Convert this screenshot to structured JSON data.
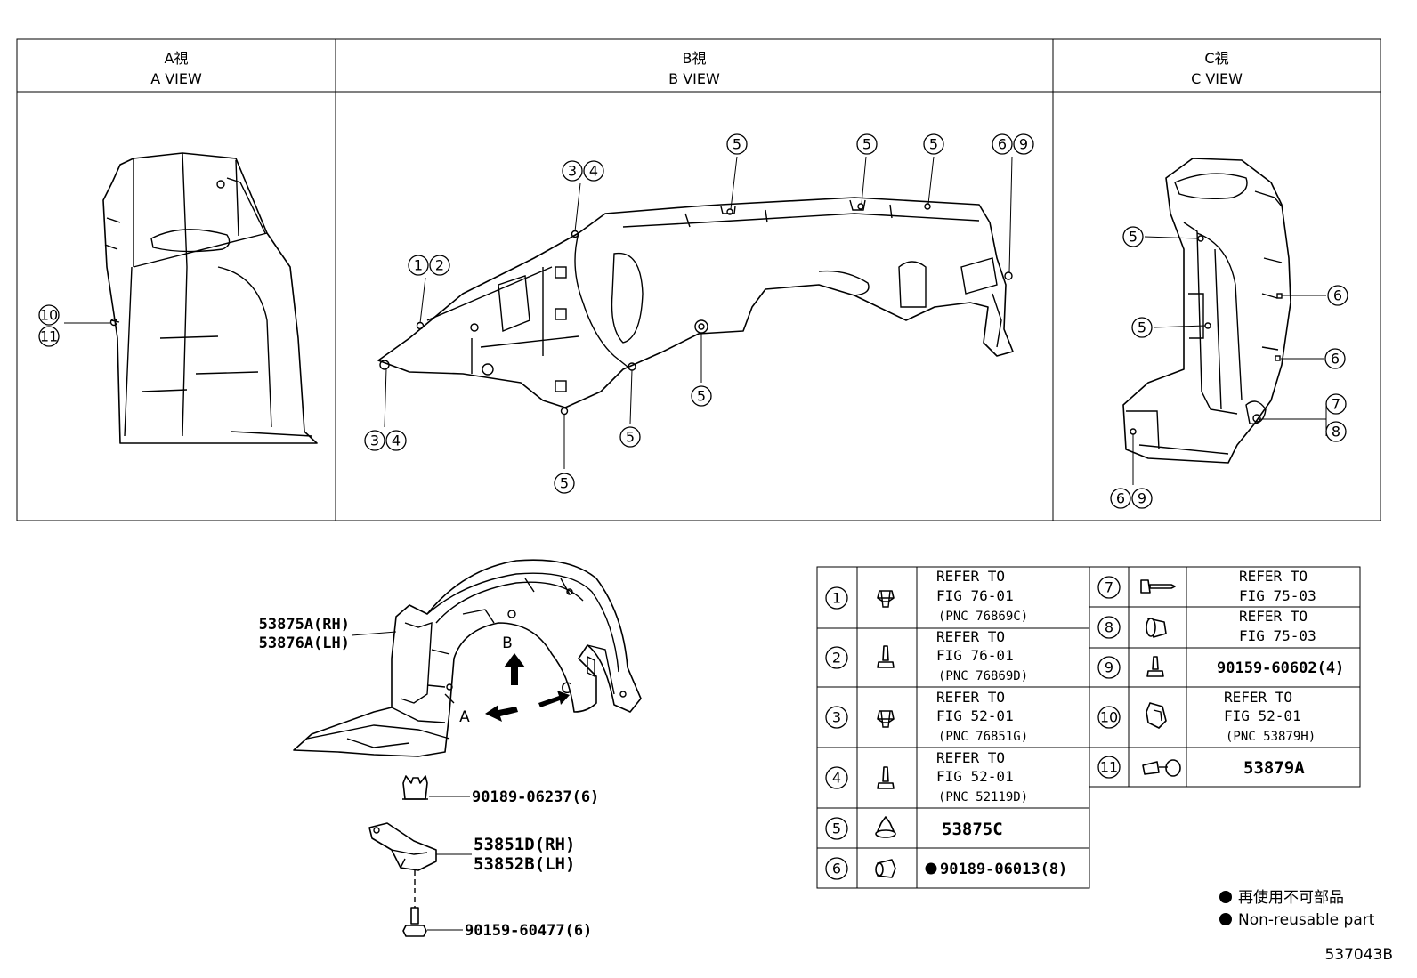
{
  "views": {
    "a": {
      "jp": "A視",
      "en": "A VIEW"
    },
    "b": {
      "jp": "B視",
      "en": "B VIEW"
    },
    "c": {
      "jp": "C視",
      "en": "C VIEW"
    }
  },
  "callouts": {
    "c1": "1",
    "c2": "2",
    "c3": "3",
    "c4": "4",
    "c5": "5",
    "c6": "6",
    "c7": "7",
    "c8": "8",
    "c9": "9",
    "c10": "10",
    "c11": "11"
  },
  "main_assembly": {
    "liner_rh": "53875A(RH)",
    "liner_lh": "53876A(LH)",
    "arrow_a": "A",
    "arrow_b": "B",
    "arrow_c": "C",
    "nut_part": "90189-06237(6)",
    "seal_rh": "53851D(RH)",
    "seal_lh": "53852B(LH)",
    "bolt_part": "90159-60477(6)"
  },
  "table_left": [
    {
      "num": "1",
      "icon": "clip-icon",
      "line1": "REFER TO",
      "line2": "FIG 76-01",
      "line3": "(PNC 76869C)"
    },
    {
      "num": "2",
      "icon": "screw-icon",
      "line1": "REFER TO",
      "line2": "FIG 76-01",
      "line3": "(PNC 76869D)"
    },
    {
      "num": "3",
      "icon": "clip-icon",
      "line1": "REFER TO",
      "line2": "FIG 52-01",
      "line3": "(PNC 76851G)"
    },
    {
      "num": "4",
      "icon": "screw-icon",
      "line1": "REFER TO",
      "line2": "FIG 52-01",
      "line3": "(PNC 52119D)"
    },
    {
      "num": "5",
      "icon": "push-clip-icon",
      "part": "53875C"
    },
    {
      "num": "6",
      "icon": "nut-icon",
      "part": "90189-06013(8)",
      "nonreusable": true
    }
  ],
  "table_right": [
    {
      "num": "7",
      "icon": "tapping-screw-icon",
      "line1": "REFER TO",
      "line2": "FIG 75-03"
    },
    {
      "num": "8",
      "icon": "grommet-icon",
      "line1": "REFER TO",
      "line2": "FIG 75-03"
    },
    {
      "num": "9",
      "icon": "bolt-icon",
      "part": "90159-60602(4)"
    },
    {
      "num": "10",
      "icon": "bracket-clip-icon",
      "line1": "REFER TO",
      "line2": "FIG 52-01",
      "line3": "(PNC 53879H)"
    },
    {
      "num": "11",
      "icon": "fastener-icon",
      "part": "53879A"
    }
  ],
  "legend": {
    "jp": "再使用不可部品",
    "en": "Non-reusable part"
  },
  "figure_id": "537043B"
}
